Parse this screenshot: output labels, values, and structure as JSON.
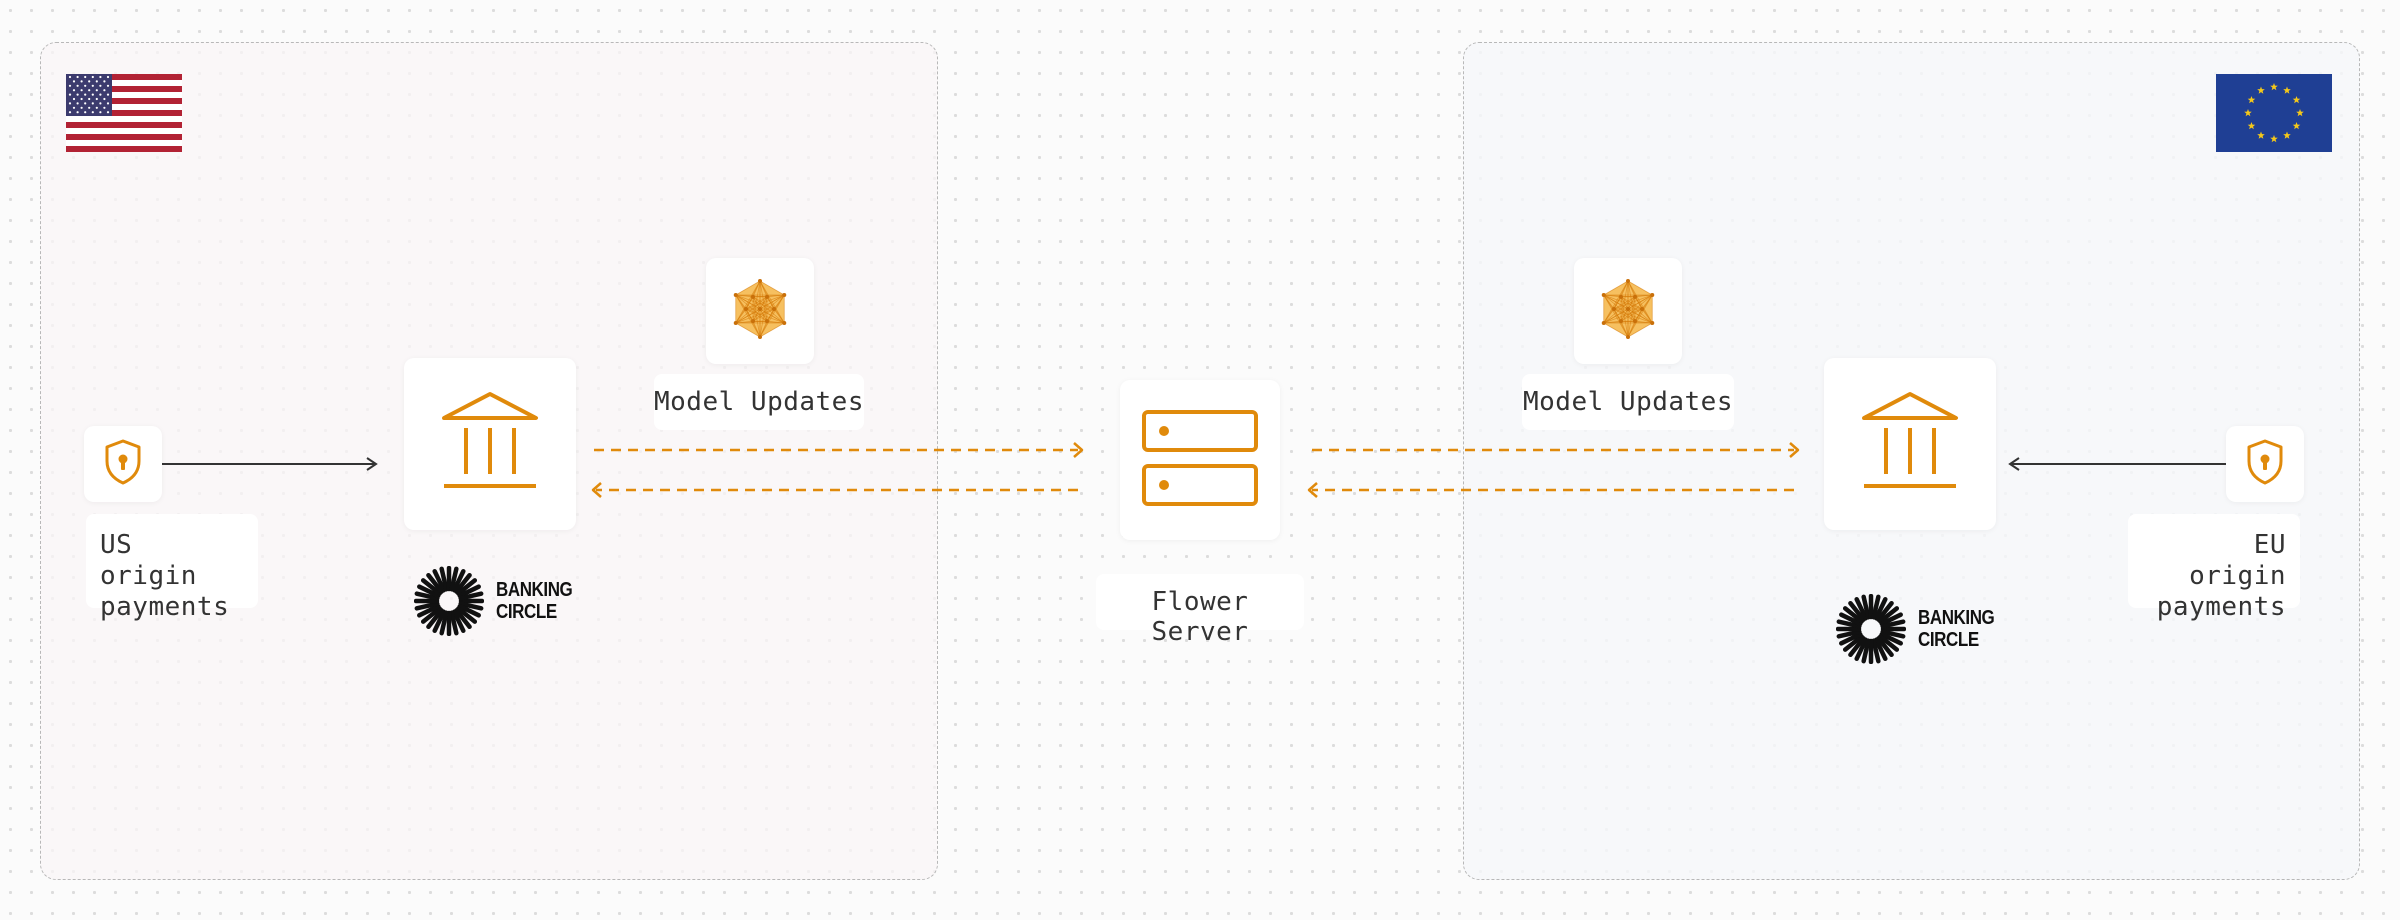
{
  "colors": {
    "accent": "#e08a0b",
    "model_fill": "#f5b544",
    "line_dark": "#333333",
    "region_border": "#b8b8b8"
  },
  "left": {
    "flag": "us-flag",
    "source_icon": "shield-lock-icon",
    "source_label": "US origin\npayments",
    "bank_icon": "bank-building-icon",
    "brand": "BANKING\nCIRCLE",
    "model_icon": "model-network-icon",
    "model_label": "Model Updates"
  },
  "center": {
    "server_icon": "server-icon",
    "server_label": "Flower Server"
  },
  "right": {
    "flag": "eu-flag",
    "source_icon": "shield-lock-icon",
    "source_label": "EU origin\npayments",
    "bank_icon": "bank-building-icon",
    "brand": "BANKING\nCIRCLE",
    "model_icon": "model-network-icon",
    "model_label": "Model Updates"
  }
}
